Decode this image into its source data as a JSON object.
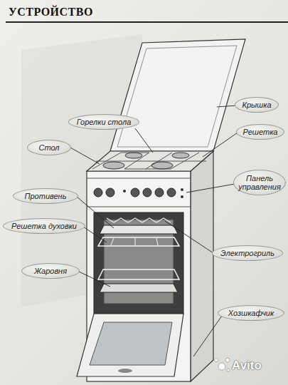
{
  "diagram": {
    "title": "УСТРОЙСТВО",
    "nodes": [
      {
        "text": [
          "Крышка"
        ]
      },
      {
        "text": [
          "Горелки стола"
        ]
      },
      {
        "text": [
          "Решетка"
        ]
      },
      {
        "text": [
          "Стол"
        ]
      },
      {
        "text": [
          "Панель управления"
        ]
      },
      {
        "text": [
          "Противень"
        ]
      },
      {
        "text": [
          "Решетка духовки"
        ]
      },
      {
        "text": [
          "Электрогриль"
        ]
      },
      {
        "text": [
          "Жаровня"
        ]
      },
      {
        "text": [
          "Хозшкафчик"
        ]
      }
    ],
    "labels": [
      "Avito"
    ]
  }
}
